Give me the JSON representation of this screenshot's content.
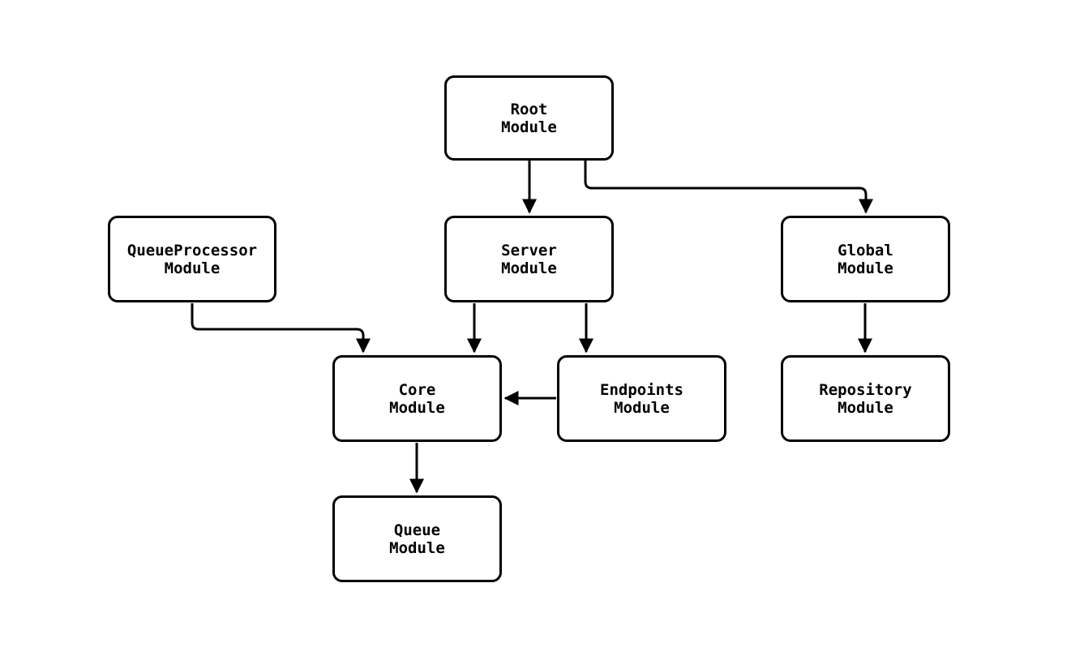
{
  "diagram": {
    "type": "module-dependency-graph",
    "background_color": "#ffffff",
    "colors": {
      "node_border": "#000000",
      "node_fill": "#ffffff",
      "edge": "#000000",
      "text": "#000000"
    },
    "nodes": [
      {
        "id": "root",
        "line1": "Root",
        "line2": "Module"
      },
      {
        "id": "queueprocessor",
        "line1": "QueueProcessor",
        "line2": "Module"
      },
      {
        "id": "server",
        "line1": "Server",
        "line2": "Module"
      },
      {
        "id": "global",
        "line1": "Global",
        "line2": "Module"
      },
      {
        "id": "core",
        "line1": "Core",
        "line2": "Module"
      },
      {
        "id": "endpoints",
        "line1": "Endpoints",
        "line2": "Module"
      },
      {
        "id": "repository",
        "line1": "Repository",
        "line2": "Module"
      },
      {
        "id": "queue",
        "line1": "Queue",
        "line2": "Module"
      }
    ],
    "edges": [
      {
        "from": "root",
        "to": "server"
      },
      {
        "from": "root",
        "to": "global"
      },
      {
        "from": "queueprocessor",
        "to": "core"
      },
      {
        "from": "server",
        "to": "core"
      },
      {
        "from": "server",
        "to": "endpoints"
      },
      {
        "from": "endpoints",
        "to": "core"
      },
      {
        "from": "global",
        "to": "repository"
      },
      {
        "from": "core",
        "to": "queue"
      }
    ]
  }
}
